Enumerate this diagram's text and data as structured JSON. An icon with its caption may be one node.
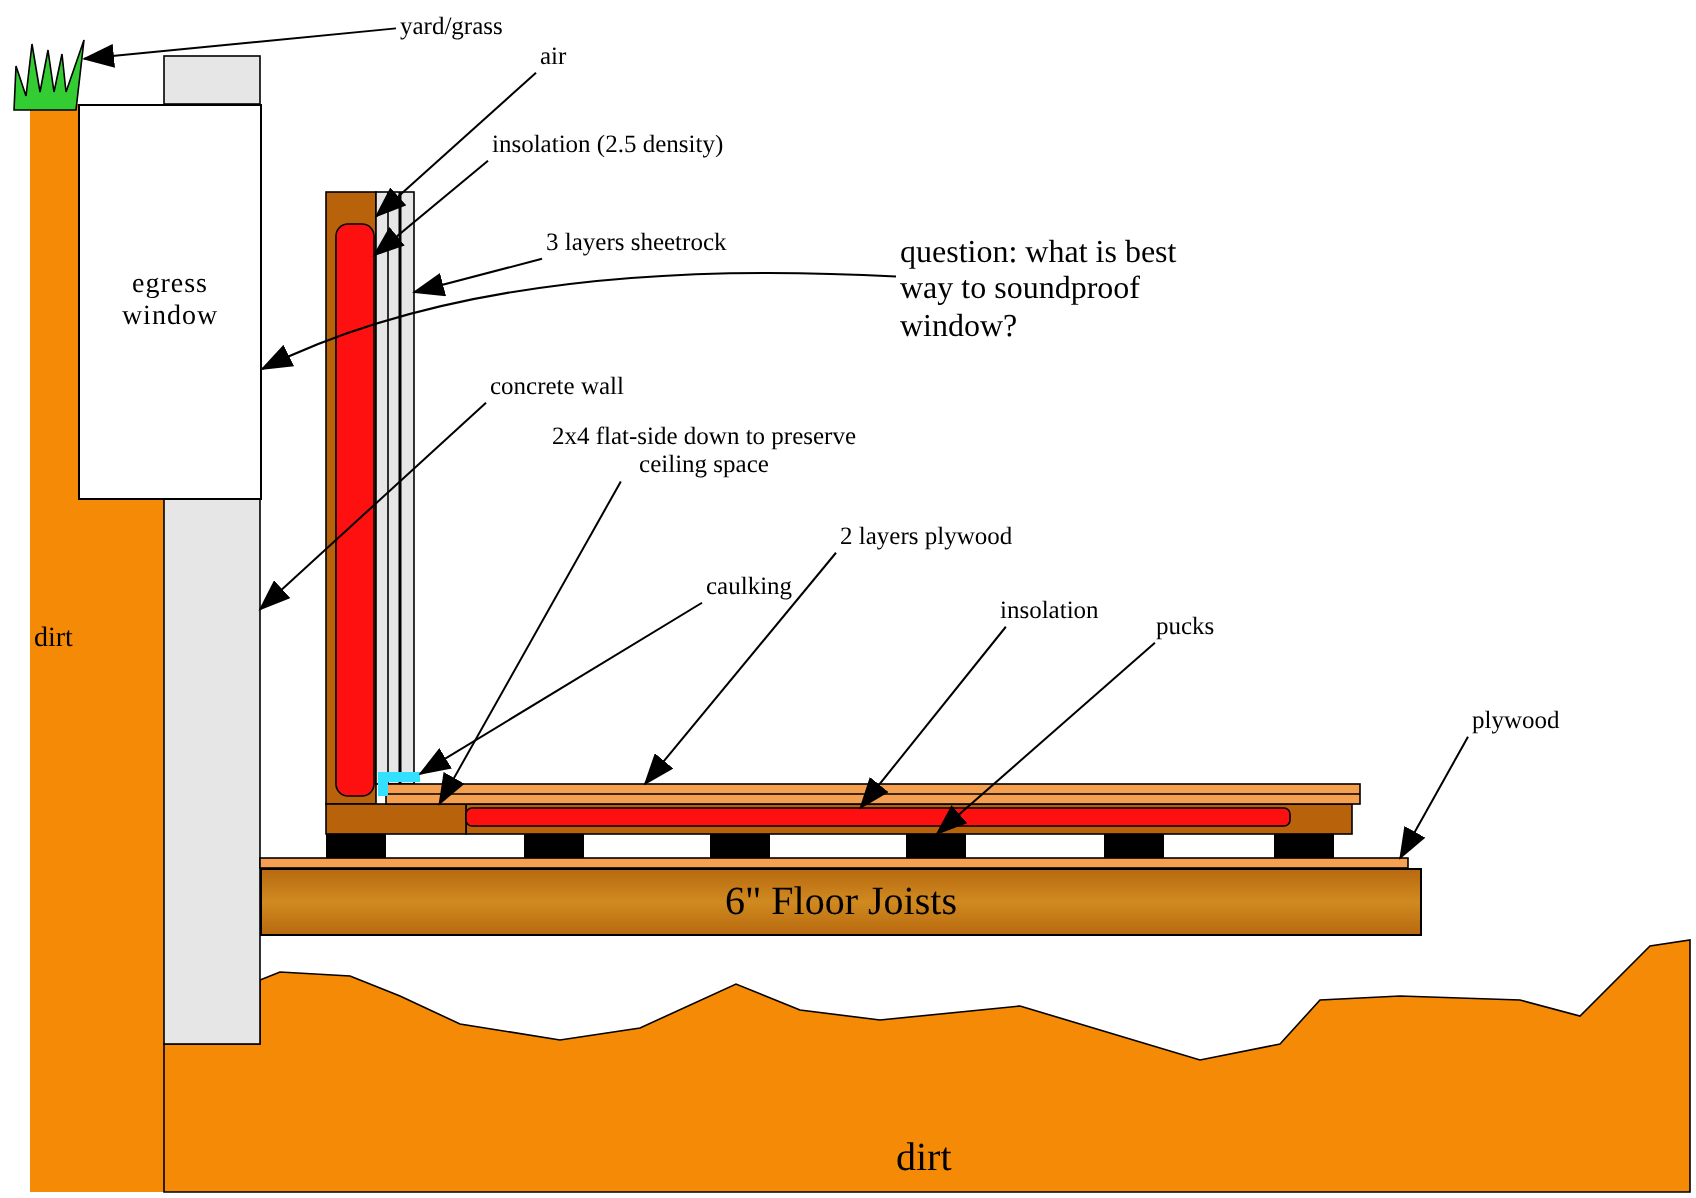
{
  "diagram": {
    "nodes": [
      {
        "text": [
          "yard/grass"
        ]
      },
      {
        "text": [
          "air"
        ]
      },
      {
        "text": [
          "insolation (2.5 density)"
        ]
      },
      {
        "text": [
          "3 layers sheetrock"
        ]
      },
      {
        "text": [
          "question: what is best way to soundproof window?"
        ]
      },
      {
        "text": [
          "egress window"
        ]
      },
      {
        "text": [
          "concrete wall"
        ]
      },
      {
        "text": [
          "2x4 flat-side down to preserve ceiling space"
        ]
      },
      {
        "text": [
          "2 layers plywood"
        ]
      },
      {
        "text": [
          "caulking"
        ]
      },
      {
        "text": [
          "insolation"
        ]
      },
      {
        "text": [
          "pucks"
        ]
      },
      {
        "text": [
          "plywood"
        ]
      },
      {
        "text": [
          "6\" Floor Joists"
        ]
      },
      {
        "text": [],
        "shape": "picture"
      },
      {
        "text": [],
        "shape": "bar",
        "in": 29
      },
      {
        "text": [],
        "shape": "bar"
      },
      {
        "text": [],
        "shape": "box"
      },
      {
        "text": [],
        "shape": "bar"
      },
      {
        "text": [],
        "shape": "bar"
      },
      {
        "text": [],
        "shape": "box"
      },
      {
        "text": [],
        "shape": "bar"
      },
      {
        "text": [],
        "shape": "box"
      },
      {
        "text": [],
        "shape": "box"
      },
      {
        "text": [],
        "shape": "box"
      },
      {
        "text": [],
        "shape": "box"
      },
      {
        "text": [],
        "shape": "box"
      },
      {
        "text": [],
        "shape": "box"
      },
      {
        "text": [],
        "shape": "bar"
      },
      {
        "text": [],
        "shape": "bar"
      }
    ],
    "edges": [
      {
        "from": 0,
        "to": 14,
        "arrow": "to"
      },
      {
        "from": 1,
        "to": 29,
        "arrow": "to"
      },
      {
        "from": 2,
        "to": 15,
        "arrow": "to"
      },
      {
        "from": 3,
        "to": 16,
        "arrow": "to"
      },
      {
        "from": 4,
        "to": 5,
        "arrow": "to"
      },
      {
        "from": 6,
        "to": 17,
        "arrow": "to"
      },
      {
        "from": 7,
        "to": 18,
        "arrow": "to"
      },
      {
        "from": 8,
        "to": 19,
        "arrow": "to"
      },
      {
        "from": 9,
        "to": 20,
        "arrow": "to"
      },
      {
        "from": 10,
        "to": 21,
        "arrow": "to"
      },
      {
        "from": 11,
        "to": 25,
        "arrow": "to"
      },
      {
        "from": 12,
        "to": 28,
        "arrow": "to"
      }
    ],
    "labels": [
      "dirt",
      "dirt"
    ]
  }
}
